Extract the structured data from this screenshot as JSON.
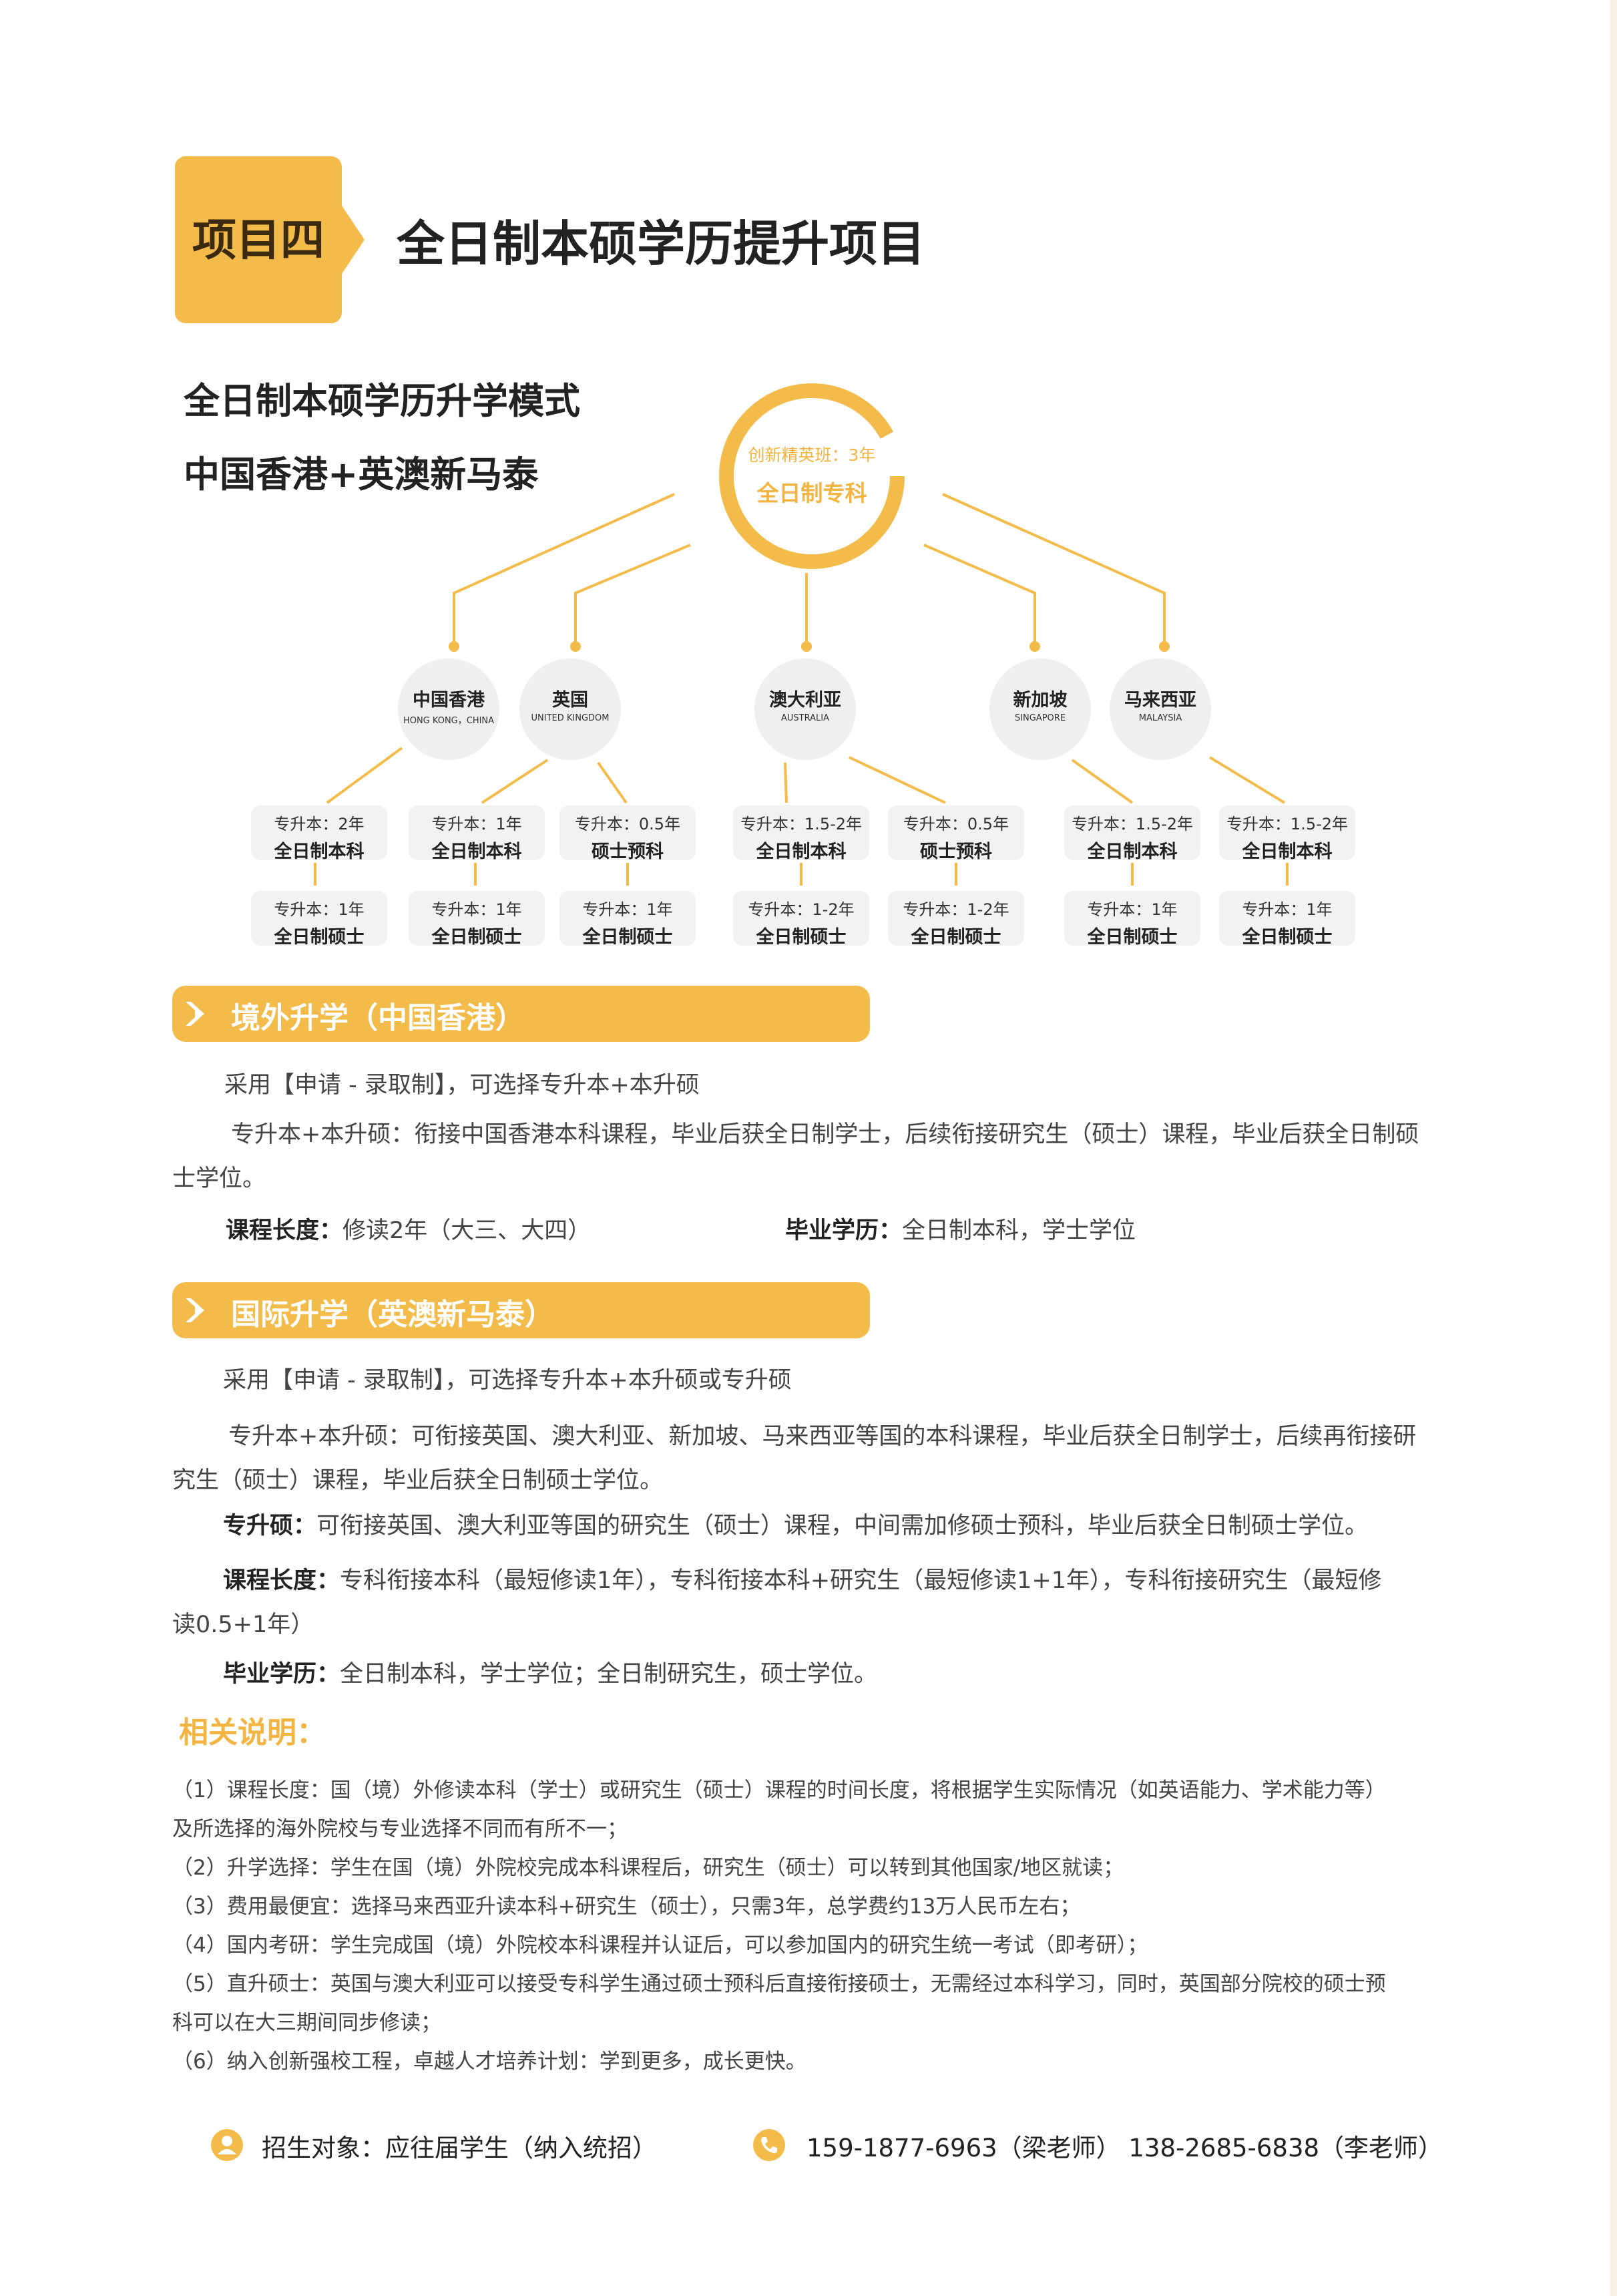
{
  "header": {
    "badge": "项目四",
    "title": "全日制本硕学历提升项目"
  },
  "intro": {
    "line1": "全日制本硕学历升学模式",
    "line2": "中国香港+英澳新马泰"
  },
  "diagram": {
    "hub": {
      "top": "创新精英班：3年",
      "main": "全日制专科"
    },
    "countries": [
      {
        "cn": "中国香港",
        "en": "HONG KONG，CHINA"
      },
      {
        "cn": "英国",
        "en": "UNITED KINGDOM"
      },
      {
        "cn": "澳大利亚",
        "en": "AUSTRALIA"
      },
      {
        "cn": "新加坡",
        "en": "SINGAPORE"
      },
      {
        "cn": "马来西亚",
        "en": "MALAYSIA"
      }
    ],
    "boxes_row1": [
      {
        "l1": "专升本：2年",
        "l2": "全日制本科"
      },
      {
        "l1": "专升本：1年",
        "l2": "全日制本科"
      },
      {
        "l1": "专升本：0.5年",
        "l2": "硕士预科"
      },
      {
        "l1": "专升本：1.5-2年",
        "l2": "全日制本科"
      },
      {
        "l1": "专升本：0.5年",
        "l2": "硕士预科"
      },
      {
        "l1": "专升本：1.5-2年",
        "l2": "全日制本科"
      },
      {
        "l1": "专升本：1.5-2年",
        "l2": "全日制本科"
      }
    ],
    "boxes_row2": [
      {
        "l1": "专升本：1年",
        "l2": "全日制硕士"
      },
      {
        "l1": "专升本：1年",
        "l2": "全日制硕士"
      },
      {
        "l1": "专升本：1年",
        "l2": "全日制硕士"
      },
      {
        "l1": "专升本：1-2年",
        "l2": "全日制硕士"
      },
      {
        "l1": "专升本：1-2年",
        "l2": "全日制硕士"
      },
      {
        "l1": "专升本：1年",
        "l2": "全日制硕士"
      },
      {
        "l1": "专升本：1年",
        "l2": "全日制硕士"
      }
    ]
  },
  "section_hk": {
    "title": "境外升学（中国香港）",
    "p1": "采用【申请 - 录取制】，可选择专升本+本升硕",
    "p2a": "专升本+本升硕：衔接中国香港本科课程，毕业后获全日制学士，后续衔接研究生（硕士）课程，毕业后获全日制硕",
    "p2b": "士学位。",
    "length_label": "课程长度：",
    "length_value": "修读2年（大三、大四）",
    "degree_label": "毕业学历：",
    "degree_value": "全日制本科，学士学位"
  },
  "section_intl": {
    "title": "国际升学（英澳新马泰）",
    "p1": "采用【申请 - 录取制】，可选择专升本+本升硕或专升硕",
    "p2a": "专升本+本升硕：可衔接英国、澳大利亚、新加坡、马来西亚等国的本科课程，毕业后获全日制学士，后续再衔接研",
    "p2b": "究生（硕士）课程，毕业后获全日制硕士学位。",
    "p3_label": "专升硕：",
    "p3_value": "可衔接英国、澳大利亚等国的研究生（硕士）课程，中间需加修硕士预科，毕业后获全日制硕士学位。",
    "p4_label": "课程长度：",
    "p4_value": "专科衔接本科（最短修读1年），专科衔接本科+研究生（最短修读1+1年），专科衔接研究生（最短修",
    "p4b": "读0.5+1年）",
    "p5_label": "毕业学历：",
    "p5_value": "全日制本科，学士学位；全日制研究生，硕士学位。"
  },
  "notes": {
    "title": "相关说明：",
    "lines": [
      "（1）课程长度：国（境）外修读本科（学士）或研究生（硕士）课程的时间长度，将根据学生实际情况（如英语能力、学术能力等）",
      "及所选择的海外院校与专业选择不同而有所不一；",
      "（2）升学选择：学生在国（境）外院校完成本科课程后，研究生（硕士）可以转到其他国家/地区就读；",
      "（3）费用最便宜：选择马来西亚升读本科+研究生（硕士），只需3年，总学费约13万人民币左右；",
      "（4）国内考研：学生完成国（境）外院校本科课程并认证后，可以参加国内的研究生统一考试（即考研）；",
      "（5）直升硕士：英国与澳大利亚可以接受专科学生通过硕士预科后直接衔接硕士，无需经过本科学习，同时，英国部分院校的硕士预",
      "科可以在大三期间同步修读；",
      "（6）纳入创新强校工程，卓越人才培养计划：学到更多，成长更快。"
    ]
  },
  "footer": {
    "target": "招生对象：应往届学生（纳入统招）",
    "phones": "159-1877-6963（梁老师） 138-2685-6838（李老师）"
  },
  "colors": {
    "accent": "#f3bc4a",
    "accent_text": "#f3b441"
  }
}
